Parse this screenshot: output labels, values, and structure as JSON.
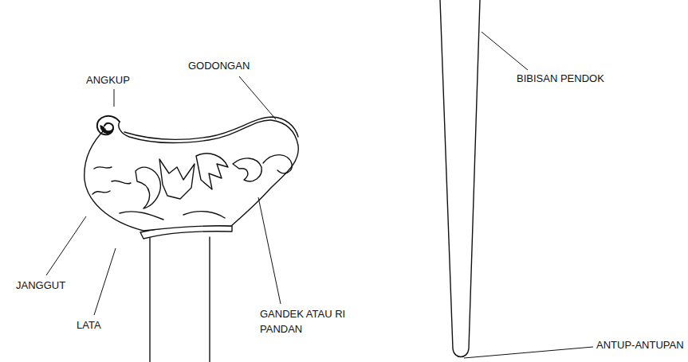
{
  "diagram": {
    "labels": [
      "ANGKUP",
      "GODONGAN",
      "JANGGUT",
      "LATA",
      "GANDEK ATAU RI PANDAN",
      "BIBISAN PENDOK",
      "ANTUP-ANTUPAN"
    ]
  }
}
